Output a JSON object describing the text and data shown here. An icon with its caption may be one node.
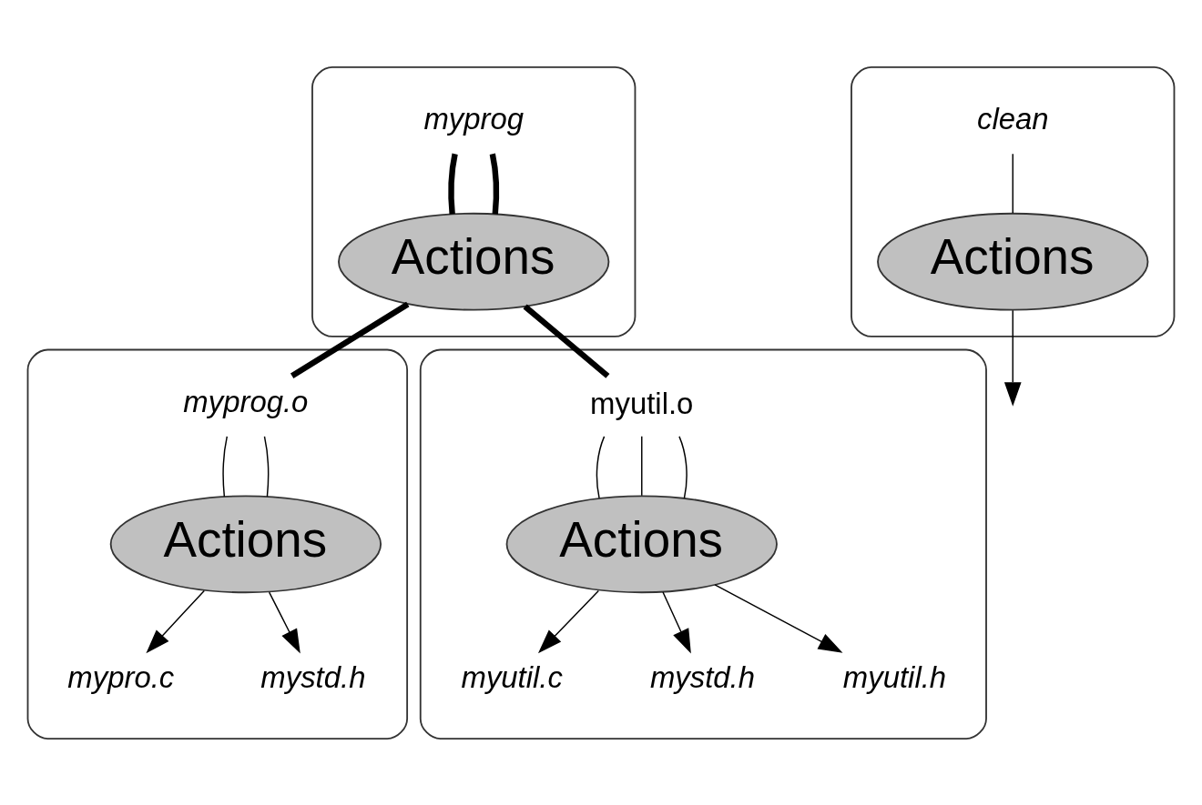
{
  "diagram": {
    "nodes": [
      {
        "text": [],
        "shape": "box"
      },
      {
        "text": [
          "myprog"
        ],
        "in": 0
      },
      {
        "text": [
          "Actions"
        ],
        "in": 0
      },
      {
        "text": [],
        "shape": "box"
      },
      {
        "text": [
          "clean"
        ],
        "in": 3
      },
      {
        "text": [
          "Actions"
        ],
        "in": 3
      },
      {
        "text": [],
        "shape": "box"
      },
      {
        "text": [
          "myprog.o"
        ],
        "in": 6
      },
      {
        "text": [
          "Actions"
        ],
        "in": 6
      },
      {
        "text": [
          "mypro.c"
        ],
        "in": 6
      },
      {
        "text": [
          "mystd.h"
        ],
        "in": 6
      },
      {
        "text": [],
        "shape": "box"
      },
      {
        "text": [
          "myutil.o"
        ],
        "in": 11
      },
      {
        "text": [
          "Actions"
        ],
        "in": 11
      },
      {
        "text": [
          "myutil.c"
        ],
        "in": 11
      },
      {
        "text": [
          "mystd.h"
        ],
        "in": 11
      },
      {
        "text": [
          "myutil.h"
        ],
        "in": 11
      }
    ],
    "edges": [
      {
        "from": 1,
        "to": 2,
        "arrow": "none",
        "style": "thick"
      },
      {
        "from": 1,
        "to": 2,
        "arrow": "none",
        "style": "thick"
      },
      {
        "from": 2,
        "to": 7,
        "arrow": "none",
        "style": "thick"
      },
      {
        "from": 2,
        "to": 12,
        "arrow": "none",
        "style": "thick"
      },
      {
        "from": 4,
        "to": 5,
        "arrow": "none"
      },
      {
        "from": 5,
        "to": null,
        "arrow": "to"
      },
      {
        "from": 7,
        "to": 8,
        "arrow": "none"
      },
      {
        "from": 7,
        "to": 8,
        "arrow": "none"
      },
      {
        "from": 8,
        "to": 9,
        "arrow": "to"
      },
      {
        "from": 8,
        "to": 10,
        "arrow": "to"
      },
      {
        "from": 12,
        "to": 13,
        "arrow": "none"
      },
      {
        "from": 12,
        "to": 13,
        "arrow": "none"
      },
      {
        "from": 12,
        "to": 13,
        "arrow": "none"
      },
      {
        "from": 13,
        "to": 14,
        "arrow": "to"
      },
      {
        "from": 13,
        "to": 15,
        "arrow": "to"
      },
      {
        "from": 13,
        "to": 16,
        "arrow": "to"
      }
    ]
  }
}
